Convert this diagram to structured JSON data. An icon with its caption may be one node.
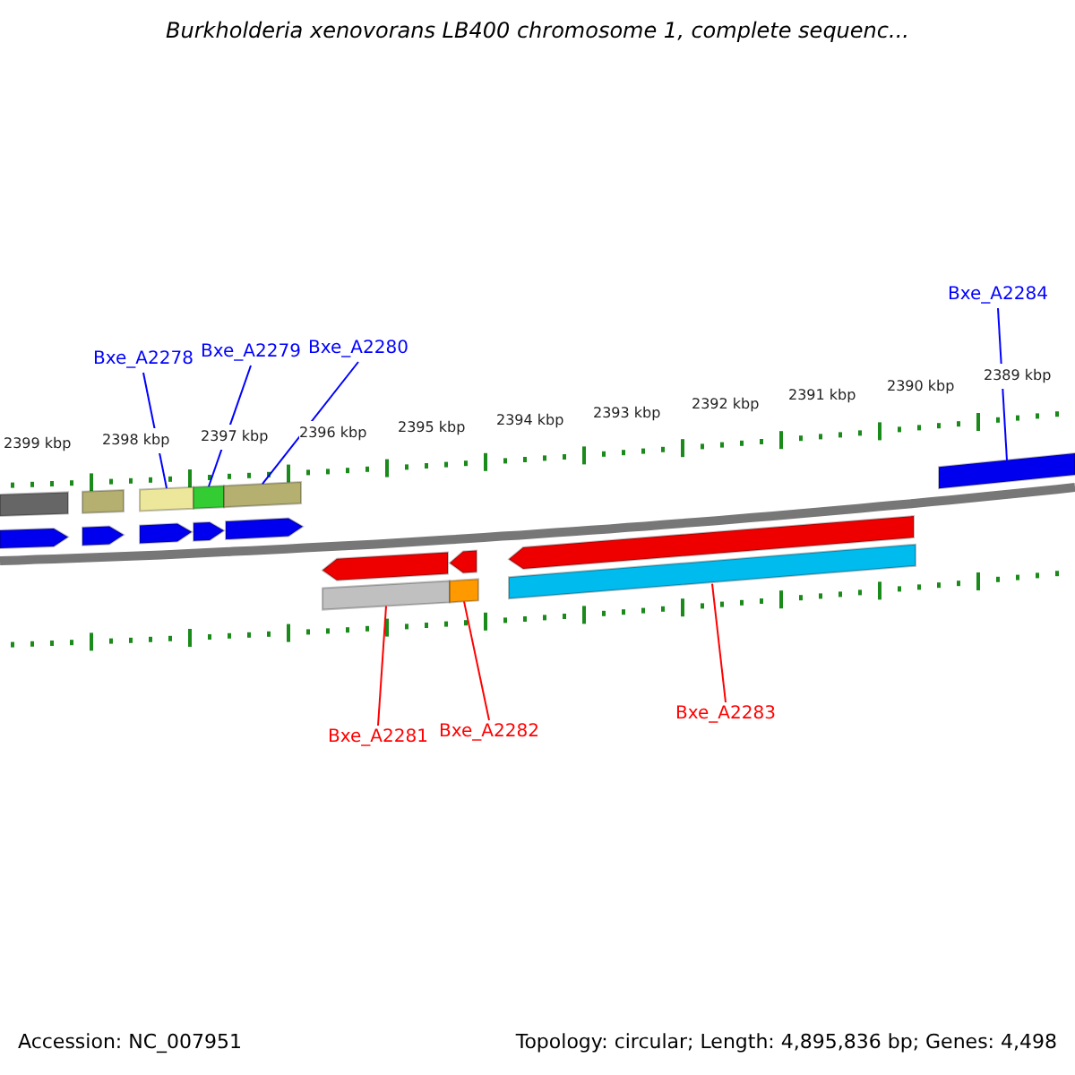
{
  "diagram": {
    "title": "Burkholderia xenovorans LB400 chromosome 1, complete sequenc...",
    "nodes": [
      {
        "text": [
          "Bxe_A2278"
        ]
      },
      {
        "text": [
          "Bxe_A2279"
        ]
      },
      {
        "text": [
          "Bxe_A2280"
        ]
      },
      {
        "text": [
          "Bxe_A2284"
        ]
      },
      {
        "text": [
          "Bxe_A2281"
        ]
      },
      {
        "text": [
          "Bxe_A2282"
        ]
      },
      {
        "text": [
          "Bxe_A2283"
        ]
      },
      {
        "text": [],
        "shape": "bar"
      },
      {
        "text": [],
        "shape": "bar"
      },
      {
        "text": [],
        "shape": "bar"
      },
      {
        "text": [],
        "shape": "bar"
      },
      {
        "text": [],
        "shape": "bar"
      },
      {
        "text": [],
        "shape": "bar"
      },
      {
        "text": [],
        "shape": "bar"
      }
    ],
    "edges": [
      {
        "from": 0,
        "to": 7,
        "arrow": "none",
        "color": "#0000ff"
      },
      {
        "from": 1,
        "to": 8,
        "arrow": "none",
        "color": "#0000ff"
      },
      {
        "from": 2,
        "to": 9,
        "arrow": "none",
        "color": "#0000ff"
      },
      {
        "from": 3,
        "to": 13,
        "arrow": "none",
        "color": "#0000ff"
      },
      {
        "from": 4,
        "to": 10,
        "arrow": "none",
        "color": "#ff0000"
      },
      {
        "from": 5,
        "to": 11,
        "arrow": "none",
        "color": "#ff0000"
      },
      {
        "from": 6,
        "to": 12,
        "arrow": "none",
        "color": "#ff0000"
      }
    ],
    "labels": [
      "2399 kbp",
      "2398 kbp",
      "2397 kbp",
      "2396 kbp",
      "2395 kbp",
      "2394 kbp",
      "2393 kbp",
      "2392 kbp",
      "2391 kbp",
      "2390 kbp",
      "2389 kbp",
      "Accession: NC_007951",
      "Topology: circular; Length: 4,895,836 bp; Genes: 4,498"
    ]
  }
}
